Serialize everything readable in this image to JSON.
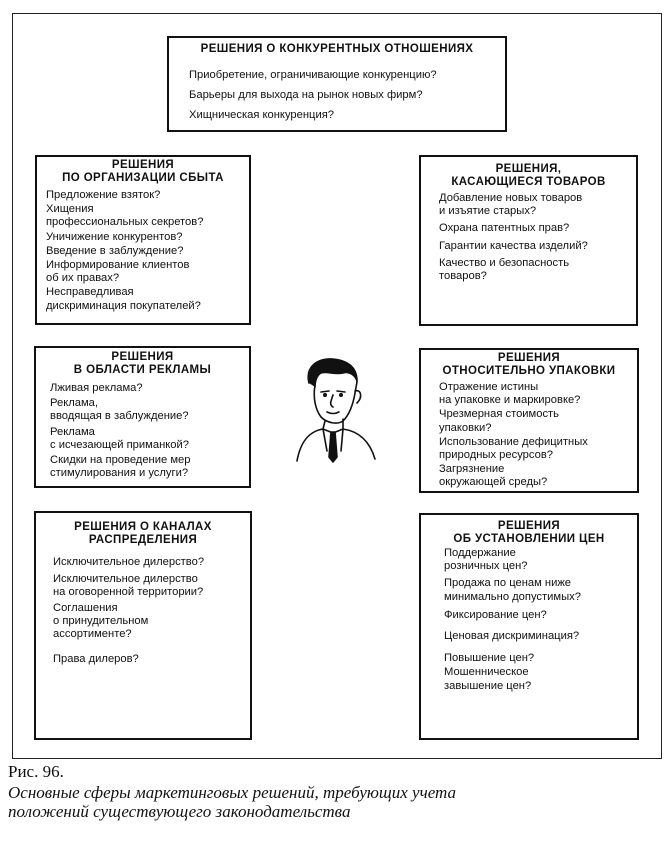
{
  "boxes": {
    "competition": {
      "title": "РЕШЕНИЯ О КОНКУРЕНТНЫХ ОТНОШЕНИЯХ",
      "items": [
        "Приобретение, ограничивающие конкуренцию?",
        "Барьеры для выхода на рынок новых фирм?",
        "Хищническая конкуренция?"
      ]
    },
    "sales": {
      "title": "РЕШЕНИЯ\nПО ОРГАНИЗАЦИИ СБЫТА",
      "items": [
        "Предложение взяток?",
        "Хищения\nпрофессиональных секретов?",
        "Уничижение конкурентов?",
        "Введение в заблуждение?",
        "Информирование клиентов\nоб их правах?",
        "Несправедливая\nдискриминация покупателей?"
      ]
    },
    "goods": {
      "title": "РЕШЕНИЯ,\nКАСАЮЩИЕСЯ ТОВАРОВ",
      "items": [
        "Добавление новых товаров\nи изъятие старых?",
        "Охрана патентных прав?",
        "Гарантии качества изделий?",
        "Качество и безопасность\nтоваров?"
      ]
    },
    "advertising": {
      "title": "РЕШЕНИЯ\nВ ОБЛАСТИ РЕКЛАМЫ",
      "items": [
        "Лживая реклама?",
        "Реклама,\nвводящая в заблуждение?",
        "Реклама\nс исчезающей приманкой?",
        "Скидки на проведение мер\nстимулирования и услуги?"
      ]
    },
    "packaging": {
      "title": "РЕШЕНИЯ\nОТНОСИТЕЛЬНО УПАКОВКИ",
      "items": [
        "Отражение истины\nна упаковке и маркировке?",
        "Чрезмерная стоимость\nупаковки?",
        "Использование дефицитных\nприродных ресурсов?",
        "Загрязнение\nокружающей среды?"
      ]
    },
    "channels": {
      "title": "РЕШЕНИЯ О КАНАЛАХ\nРАСПРЕДЕЛЕНИЯ",
      "items": [
        "Исключительное дилерство?",
        "Исключительное дилерство\nна оговоренной территории?",
        "Соглашения\nо принудительном\nассортименте?",
        "Права дилеров?"
      ]
    },
    "pricing": {
      "title": "РЕШЕНИЯ\nОБ УСТАНОВЛЕНИИ ЦЕН",
      "items": [
        "Поддержание\nрозничных цен?",
        "Продажа по ценам ниже\nминимально допустимых?",
        "Фиксирование цен?",
        "Ценовая дискриминация?",
        "Повышение цен?",
        "Мошенническое\nзавышение цен?"
      ]
    }
  },
  "caption": {
    "label": "Рис. 96.",
    "text": "Основные сферы маркетинговых решений, требующих учета\nположений существующего законодательства"
  }
}
